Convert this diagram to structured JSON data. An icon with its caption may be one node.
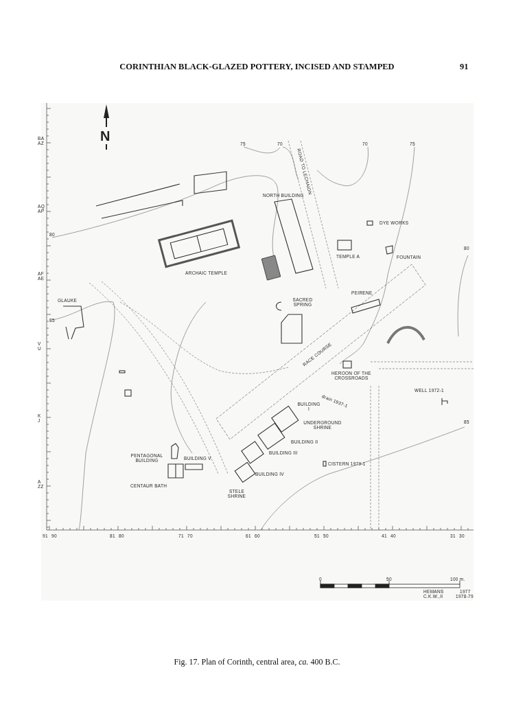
{
  "diagram": {
    "title": "CORINTHIAN BLACK-GLAZED POTTERY, INCISED AND STAMPED",
    "caption": "Fig. 17. Plan of Corinth, central area, *ca.* 400 B.C.",
    "labels": [
      "91",
      "N",
      "BA",
      "AZ",
      "75",
      "70",
      "70",
      "75",
      "ROAD TO LECHAION",
      "NORTH BUILDING",
      "AQ",
      "AP",
      "DYE WORKS",
      "80",
      "80",
      "TEMPLE A",
      "FOUNTAIN",
      "AF",
      "AE",
      "ARCHAIC TEMPLE",
      "PEIRENE",
      "GLAUKE",
      "SACRED SPRING",
      "85",
      "V",
      "U",
      "RACE COURSE",
      "HEROON OF THE CROSSROADS",
      "WELL 1972-1",
      "BUILDING I",
      "drain 1937-1",
      "K",
      "J",
      "85",
      "UNDERGROUND SHRINE",
      "BUILDING II",
      "BUILDING III",
      "PENTAGONAL BUILDING",
      "BUILDING V",
      "CISTERN 1979-1",
      "BUILDING IV",
      "A",
      "ZZ",
      "CENTAUR BATH",
      "STELE SHRINE",
      "91",
      "90",
      "81",
      "80",
      "71",
      "70",
      "61",
      "60",
      "51",
      "50",
      "41",
      "40",
      "31",
      "30",
      "0",
      "50",
      "100 m.",
      "HEMANS",
      "1977",
      "C.K.W.,II",
      "1978-79"
    ]
  }
}
